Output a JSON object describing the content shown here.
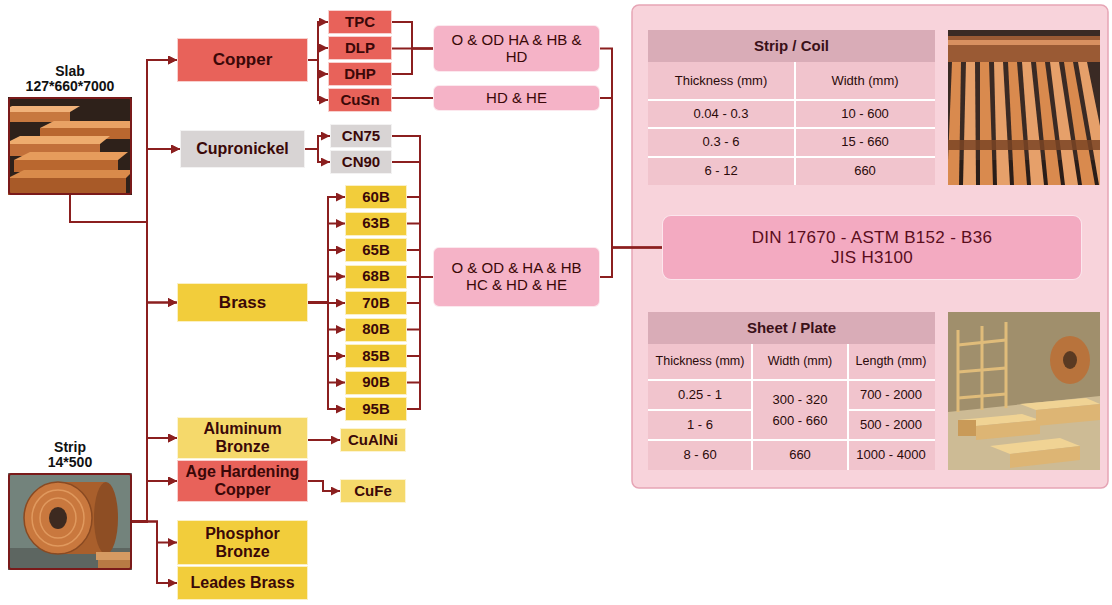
{
  "diagram": {
    "nodes": [
      {
        "text": [
          "Slab 127*660*7000"
        ]
      },
      {
        "text": [
          "Strip 14*500"
        ]
      },
      {
        "text": [
          "Copper"
        ]
      },
      {
        "text": [
          "Cupronickel"
        ]
      },
      {
        "text": [
          "Brass"
        ]
      },
      {
        "text": [
          "Aluminum Bronze"
        ]
      },
      {
        "text": [
          "Age Hardening Copper"
        ]
      },
      {
        "text": [
          "Phosphor Bronze"
        ]
      },
      {
        "text": [
          "Leades Brass"
        ]
      },
      {
        "text": [
          "TPC"
        ]
      },
      {
        "text": [
          "DLP"
        ]
      },
      {
        "text": [
          "DHP"
        ]
      },
      {
        "text": [
          "CuSn"
        ]
      },
      {
        "text": [
          "CN75"
        ]
      },
      {
        "text": [
          "CN90"
        ]
      },
      {
        "text": [
          "60B"
        ]
      },
      {
        "text": [
          "63B"
        ]
      },
      {
        "text": [
          "65B"
        ]
      },
      {
        "text": [
          "68B"
        ]
      },
      {
        "text": [
          "70B"
        ]
      },
      {
        "text": [
          "80B"
        ]
      },
      {
        "text": [
          "85B"
        ]
      },
      {
        "text": [
          "90B"
        ]
      },
      {
        "text": [
          "95B"
        ]
      },
      {
        "text": [
          "CuAlNi"
        ]
      },
      {
        "text": [
          "CuFe"
        ]
      },
      {
        "text": [
          "O & OD HA & HB & HD"
        ]
      },
      {
        "text": [
          "HD & HE"
        ]
      },
      {
        "text": [
          "O & OD & HA & HB HC & HD & HE"
        ]
      },
      {
        "text": [
          "Strip / Coil"
        ]
      },
      {
        "text": [
          "DIN 17670 - ASTM B152 - B36 JIS H3100"
        ]
      },
      {
        "text": [
          "Sheet / Plate"
        ]
      }
    ],
    "edges": [
      {
        "from": 0,
        "to": 2,
        "arrow": "to"
      },
      {
        "from": 0,
        "to": 3,
        "arrow": "to"
      },
      {
        "from": 0,
        "to": 4,
        "arrow": "to"
      },
      {
        "from": 0,
        "to": 5,
        "arrow": "to"
      },
      {
        "from": 0,
        "to": 6,
        "arrow": "to"
      },
      {
        "from": 1,
        "to": 2,
        "arrow": "to"
      },
      {
        "from": 1,
        "to": 3,
        "arrow": "to"
      },
      {
        "from": 1,
        "to": 4,
        "arrow": "to"
      },
      {
        "from": 1,
        "to": 5,
        "arrow": "to"
      },
      {
        "from": 1,
        "to": 6,
        "arrow": "to"
      },
      {
        "from": 1,
        "to": 7,
        "arrow": "to"
      },
      {
        "from": 1,
        "to": 8,
        "arrow": "to"
      },
      {
        "from": 2,
        "to": 9,
        "arrow": "to"
      },
      {
        "from": 2,
        "to": 10,
        "arrow": "to"
      },
      {
        "from": 2,
        "to": 11,
        "arrow": "to"
      },
      {
        "from": 2,
        "to": 12,
        "arrow": "to"
      },
      {
        "from": 3,
        "to": 13,
        "arrow": "to"
      },
      {
        "from": 3,
        "to": 14,
        "arrow": "to"
      },
      {
        "from": 4,
        "to": 15,
        "arrow": "to"
      },
      {
        "from": 4,
        "to": 16,
        "arrow": "to"
      },
      {
        "from": 4,
        "to": 17,
        "arrow": "to"
      },
      {
        "from": 4,
        "to": 18,
        "arrow": "to"
      },
      {
        "from": 4,
        "to": 19,
        "arrow": "to"
      },
      {
        "from": 4,
        "to": 20,
        "arrow": "to"
      },
      {
        "from": 4,
        "to": 21,
        "arrow": "to"
      },
      {
        "from": 4,
        "to": 22,
        "arrow": "to"
      },
      {
        "from": 4,
        "to": 23,
        "arrow": "to"
      },
      {
        "from": 5,
        "to": 24,
        "arrow": "to"
      },
      {
        "from": 6,
        "to": 25,
        "arrow": "to"
      },
      {
        "from": 9,
        "to": 26,
        "arrow": "none"
      },
      {
        "from": 10,
        "to": 26,
        "arrow": "none"
      },
      {
        "from": 11,
        "to": 26,
        "arrow": "none"
      },
      {
        "from": 12,
        "to": 27,
        "arrow": "none"
      },
      {
        "from": 13,
        "to": 28,
        "arrow": "none"
      },
      {
        "from": 14,
        "to": 28,
        "arrow": "none"
      },
      {
        "from": 15,
        "to": 28,
        "arrow": "none"
      },
      {
        "from": 16,
        "to": 28,
        "arrow": "none"
      },
      {
        "from": 17,
        "to": 28,
        "arrow": "none"
      },
      {
        "from": 18,
        "to": 28,
        "arrow": "none"
      },
      {
        "from": 19,
        "to": 28,
        "arrow": "none"
      },
      {
        "from": 20,
        "to": 28,
        "arrow": "none"
      },
      {
        "from": 21,
        "to": 28,
        "arrow": "none"
      },
      {
        "from": 22,
        "to": 28,
        "arrow": "none"
      },
      {
        "from": 23,
        "to": 28,
        "arrow": "none"
      },
      {
        "from": 26,
        "to": 30,
        "arrow": "none"
      },
      {
        "from": 27,
        "to": 30,
        "arrow": "none"
      },
      {
        "from": 28,
        "to": 30,
        "arrow": "none"
      }
    ],
    "labels": [
      "Thickness (mm)",
      "Width (mm)",
      "0.04 - 0.3",
      "10 - 600",
      "0.3 - 6",
      "15 - 660",
      "6 - 12",
      "660",
      "Thickness (mm)",
      "Width (mm)",
      "Length (mm)",
      "0.25 - 1",
      "300 - 320",
      "600 - 660",
      "700 - 2000",
      "1 - 6",
      "500 - 2000",
      "8 - 60",
      "660",
      "1000 - 4000"
    ]
  }
}
